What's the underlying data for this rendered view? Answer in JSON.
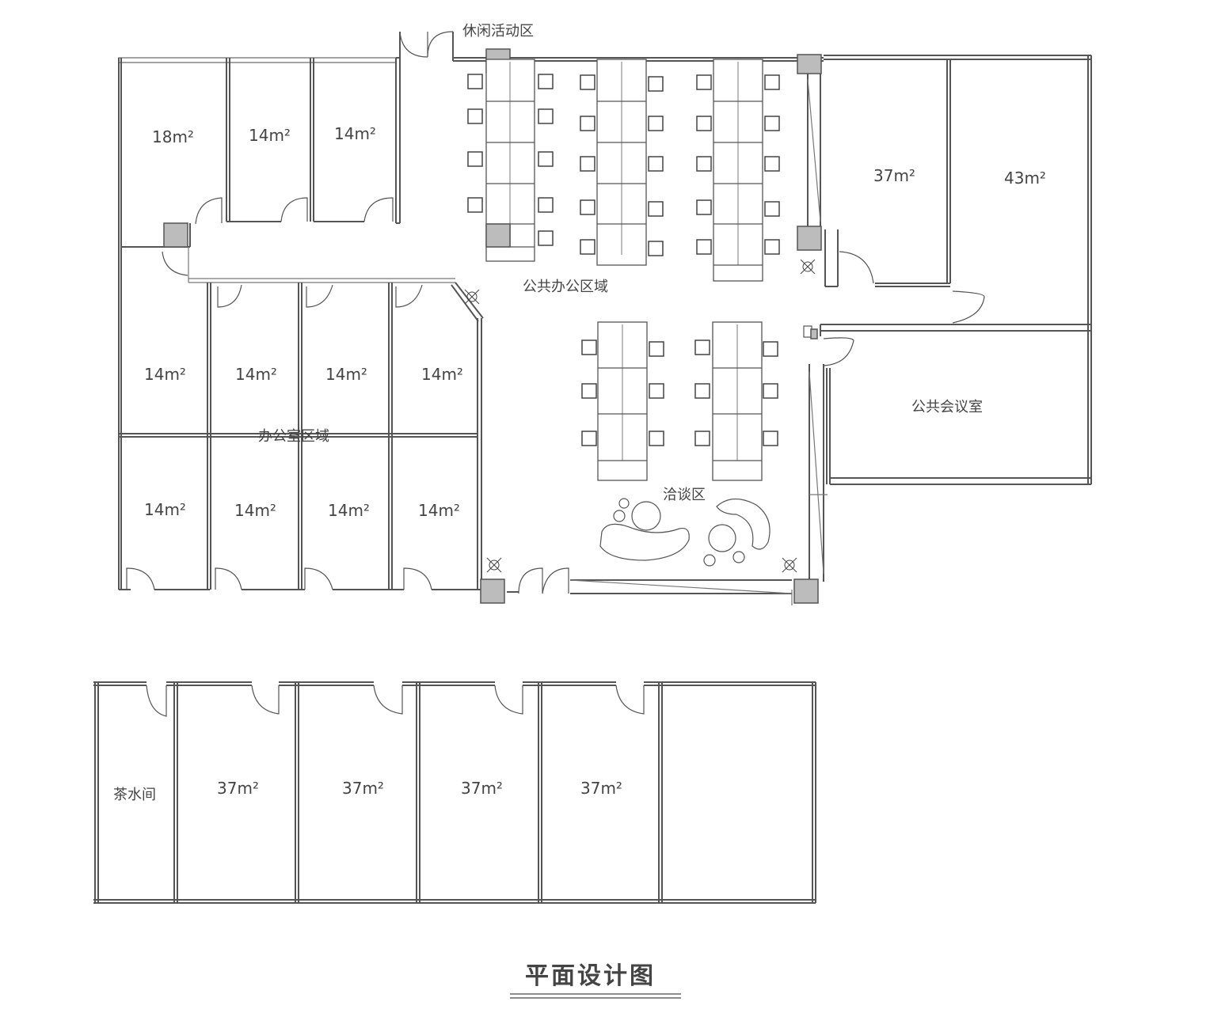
{
  "title": "平面设计图",
  "zones": {
    "leisure": "休闲活动区",
    "public_office": "公共办公区域",
    "office_rooms": "办公室区域",
    "negotiation": "洽谈区",
    "public_meeting": "公共会议室",
    "tea_room": "茶水间"
  },
  "rooms": {
    "r_top_1": "18m²",
    "r_top_2": "14m²",
    "r_top_3": "14m²",
    "r_mid_1": "14m²",
    "r_mid_2": "14m²",
    "r_mid_3": "14m²",
    "r_mid_4": "14m²",
    "r_bot_1": "14m²",
    "r_bot_2": "14m²",
    "r_bot_3": "14m²",
    "r_bot_4": "14m²",
    "r_right_1": "37m²",
    "r_right_2": "43m²",
    "r_lower_1": "37m²",
    "r_lower_2": "37m²",
    "r_lower_3": "37m²",
    "r_lower_4": "37m²"
  }
}
